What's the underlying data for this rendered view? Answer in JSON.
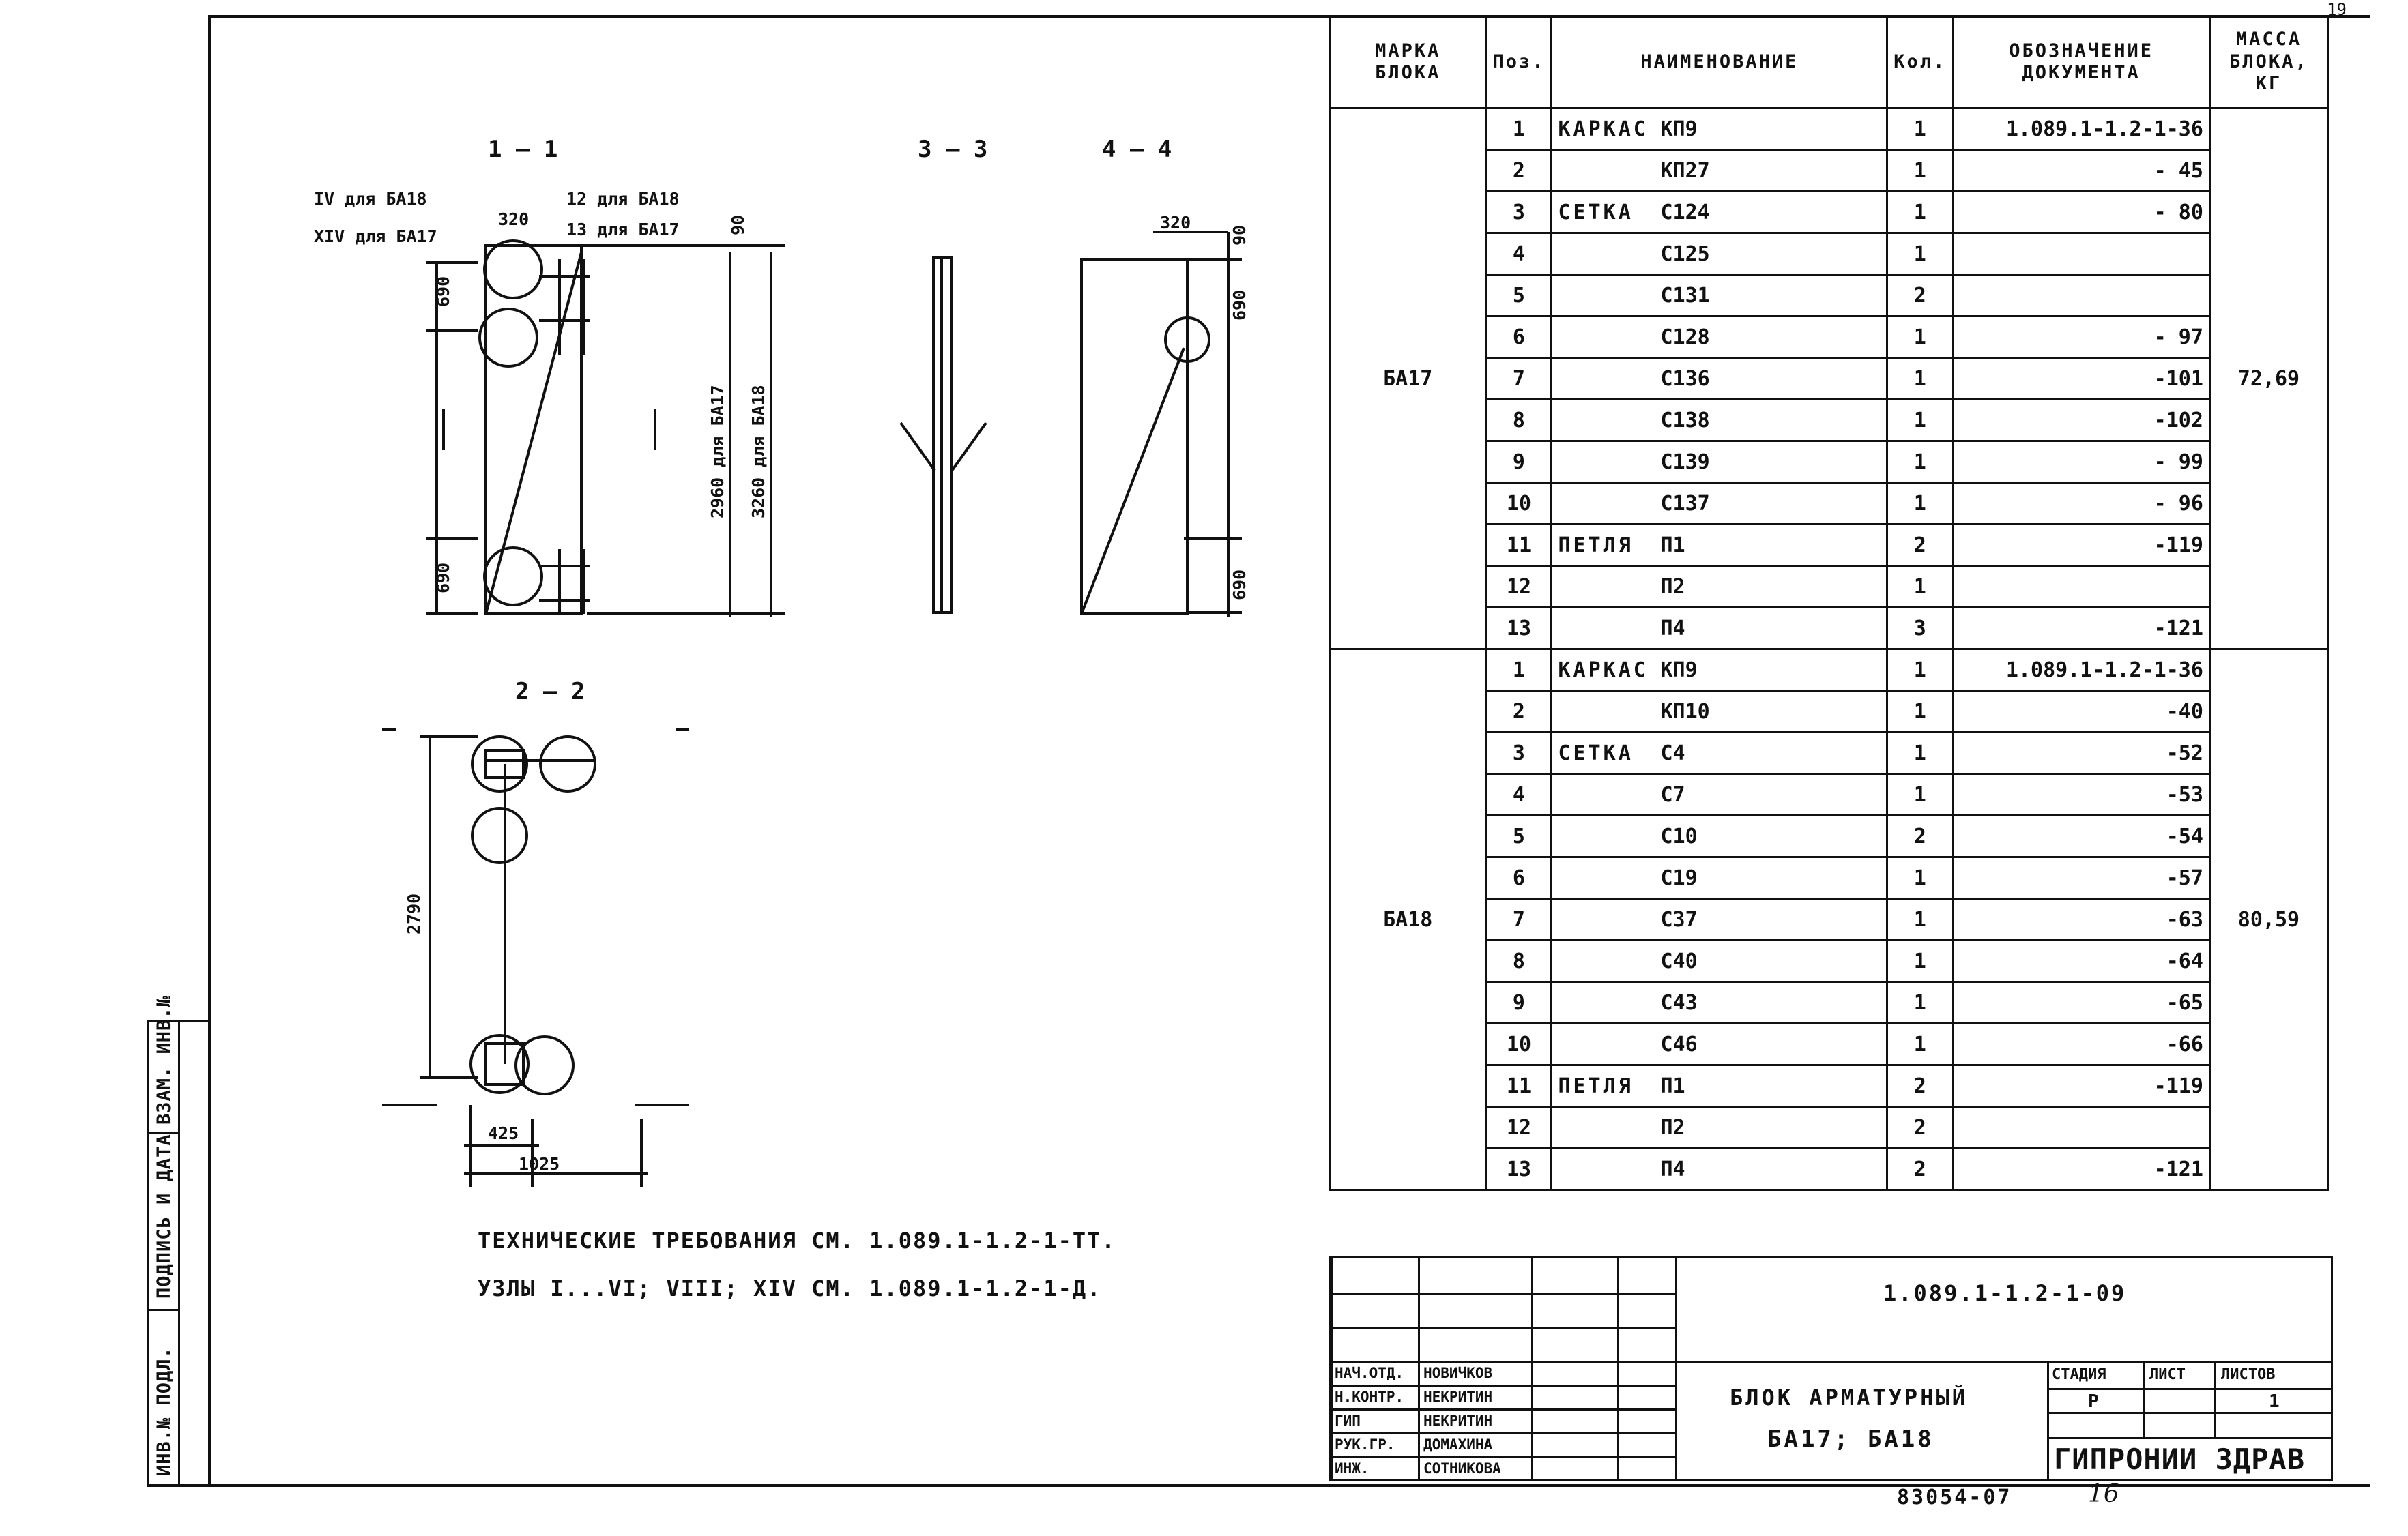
{
  "sections": {
    "s11": "1 — 1",
    "s33": "3 — 3",
    "s44": "4 — 4",
    "s22": "2 — 2"
  },
  "callouts": {
    "node_iv": "IV для БА18",
    "node_xiv": "XIV для БА17",
    "pos12_13_a": "12 для БА18",
    "pos12_13_b": "13 для БА17",
    "dim_320": "320",
    "dim_90": "90",
    "dim_690": "690",
    "dim_2960": "2960 для БА17",
    "dim_3260": "3260 для БА18",
    "dim_2790": "2790",
    "dim_425": "425",
    "dim_1025": "1025"
  },
  "table": {
    "headers": {
      "mark": "МАРКА БЛОКА",
      "pos": "Поз.",
      "name": "НАИМЕНОВАНИЕ",
      "qty": "Кол.",
      "doc": "ОБОЗНАЧЕНИЕ ДОКУМЕНТА",
      "mass": "МАССА БЛОКА, КГ"
    },
    "groups": [
      {
        "mark": "БА17",
        "mass": "72,69",
        "rows": [
          {
            "pos": "1",
            "pre": "КАРКАС",
            "name": "КП9",
            "qty": "1",
            "doc": "1.089.1-1.2-1-36"
          },
          {
            "pos": "2",
            "pre": "",
            "name": "КП27",
            "qty": "1",
            "doc": "- 45"
          },
          {
            "pos": "3",
            "pre": "СЕТКА",
            "name": "С124",
            "qty": "1",
            "doc": "- 80"
          },
          {
            "pos": "4",
            "pre": "",
            "name": "С125",
            "qty": "1",
            "doc": ""
          },
          {
            "pos": "5",
            "pre": "",
            "name": "С131",
            "qty": "2",
            "doc": ""
          },
          {
            "pos": "6",
            "pre": "",
            "name": "С128",
            "qty": "1",
            "doc": "- 97"
          },
          {
            "pos": "7",
            "pre": "",
            "name": "С136",
            "qty": "1",
            "doc": "-101"
          },
          {
            "pos": "8",
            "pre": "",
            "name": "С138",
            "qty": "1",
            "doc": "-102"
          },
          {
            "pos": "9",
            "pre": "",
            "name": "С139",
            "qty": "1",
            "doc": "- 99"
          },
          {
            "pos": "10",
            "pre": "",
            "name": "С137",
            "qty": "1",
            "doc": "- 96"
          },
          {
            "pos": "11",
            "pre": "ПЕТЛЯ",
            "name": "П1",
            "qty": "2",
            "doc": "-119"
          },
          {
            "pos": "12",
            "pre": "",
            "name": "П2",
            "qty": "1",
            "doc": ""
          },
          {
            "pos": "13",
            "pre": "",
            "name": "П4",
            "qty": "3",
            "doc": "-121"
          }
        ]
      },
      {
        "mark": "БА18",
        "mass": "80,59",
        "rows": [
          {
            "pos": "1",
            "pre": "КАРКАС",
            "name": "КП9",
            "qty": "1",
            "doc": "1.089.1-1.2-1-36"
          },
          {
            "pos": "2",
            "pre": "",
            "name": "КП10",
            "qty": "1",
            "doc": "-40"
          },
          {
            "pos": "3",
            "pre": "СЕТКА",
            "name": "С4",
            "qty": "1",
            "doc": "-52"
          },
          {
            "pos": "4",
            "pre": "",
            "name": "С7",
            "qty": "1",
            "doc": "-53"
          },
          {
            "pos": "5",
            "pre": "",
            "name": "С10",
            "qty": "2",
            "doc": "-54"
          },
          {
            "pos": "6",
            "pre": "",
            "name": "С19",
            "qty": "1",
            "doc": "-57"
          },
          {
            "pos": "7",
            "pre": "",
            "name": "С37",
            "qty": "1",
            "doc": "-63"
          },
          {
            "pos": "8",
            "pre": "",
            "name": "С40",
            "qty": "1",
            "doc": "-64"
          },
          {
            "pos": "9",
            "pre": "",
            "name": "С43",
            "qty": "1",
            "doc": "-65"
          },
          {
            "pos": "10",
            "pre": "",
            "name": "С46",
            "qty": "1",
            "doc": "-66"
          },
          {
            "pos": "11",
            "pre": "ПЕТЛЯ",
            "name": "П1",
            "qty": "2",
            "doc": "-119"
          },
          {
            "pos": "12",
            "pre": "",
            "name": "П2",
            "qty": "2",
            "doc": ""
          },
          {
            "pos": "13",
            "pre": "",
            "name": "П4",
            "qty": "2",
            "doc": "-121"
          }
        ]
      }
    ]
  },
  "notes": {
    "line1": "ТЕХНИЧЕСКИЕ ТРЕБОВАНИЯ СМ. 1.089.1-1.2-1-ТТ.",
    "line2": "УЗЛЫ I...VI; VIII; XIV СМ. 1.089.1-1.2-1-Д."
  },
  "stamp": {
    "code": "1.089.1-1.2-1-09",
    "title1": "БЛОК АРМАТУРНЫЙ",
    "title2": "БА17; БА18",
    "stage_label": "СТАДИЯ",
    "sheet_label": "ЛИСТ",
    "sheets_label": "ЛИСТОВ",
    "stage": "Р",
    "sheet": "",
    "sheets": "1",
    "org": "ГИПРОНИИ ЗДРАВ",
    "people": [
      {
        "role": "НАЧ.ОТД.",
        "name": "НОВИЧКОВ"
      },
      {
        "role": "Н.КОНТР.",
        "name": "НЕКРИТИН"
      },
      {
        "role": "ГИП",
        "name": "НЕКРИТИН"
      },
      {
        "role": "РУК.ГР.",
        "name": "ДОМАХИНА"
      },
      {
        "role": "ИНЖ.",
        "name": "СОТНИКОВА"
      }
    ]
  },
  "side_labels": {
    "inv_orig": "ИНВ.№ ПОДЛ.",
    "sign_date": "ПОДПИСЬ И ДАТА",
    "inv_repl": "ВЗАМ. ИНВ.№"
  },
  "footer": {
    "archive": "83054-07",
    "page": "16",
    "corner": "19"
  }
}
